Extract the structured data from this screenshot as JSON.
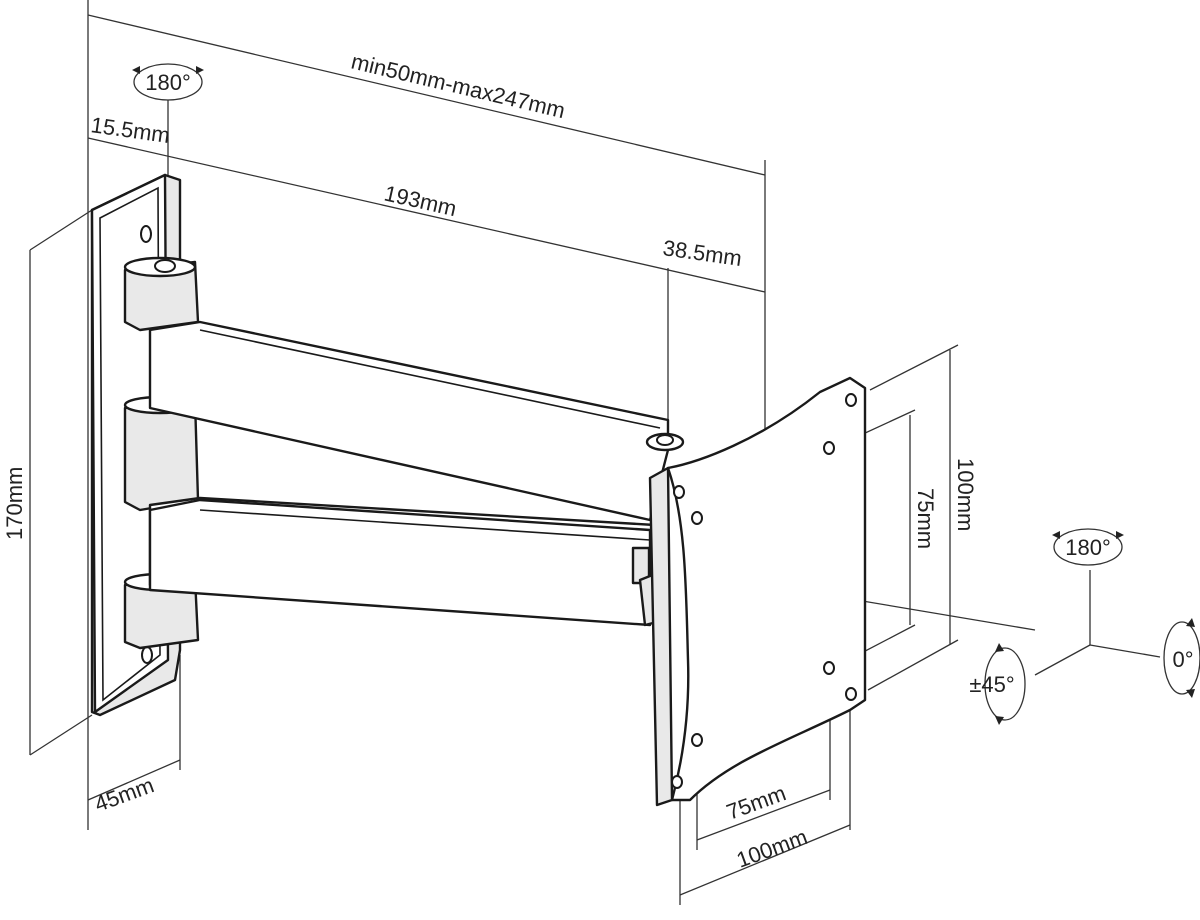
{
  "dimensions": {
    "extension": "min50mm-max247mm",
    "wall_offset": "15.5mm",
    "arm_length": "193mm",
    "head_offset": "38.5mm",
    "plate_height": "170mm",
    "plate_depth": "45mm",
    "vesa_outer_height": "100mm",
    "vesa_inner_height": "75mm",
    "vesa_inner_width": "75mm",
    "vesa_outer_width": "100mm"
  },
  "rotation": {
    "wall_swivel": "180°",
    "head_swivel": "180°",
    "tilt": "±45°",
    "rotate": "0°"
  }
}
